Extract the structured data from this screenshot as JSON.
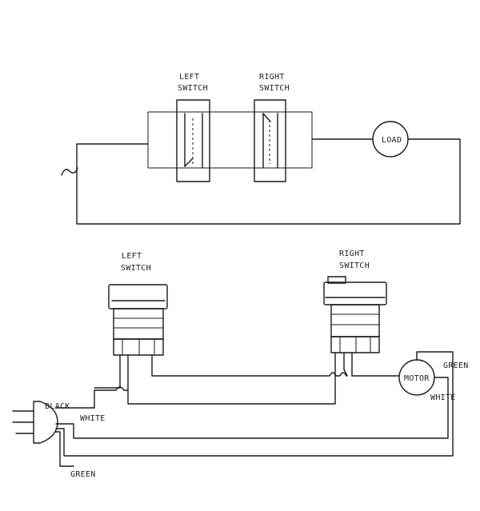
{
  "schematic": {
    "left_switch_label": [
      "LEFT",
      "SWITCH"
    ],
    "right_switch_label": [
      "RIGHT",
      "SWITCH"
    ],
    "load_label": "LOAD"
  },
  "wiring": {
    "left_switch_label": [
      "LEFT",
      "SWITCH"
    ],
    "right_switch_label": [
      "RIGHT",
      "SWITCH"
    ],
    "motor_label": "MOTOR",
    "black_label": "BLACK",
    "white_label_plug": "WHITE",
    "white_label_motor": "WHITE",
    "green_label_motor": "GREEN",
    "green_label_plug": "GREEN"
  }
}
